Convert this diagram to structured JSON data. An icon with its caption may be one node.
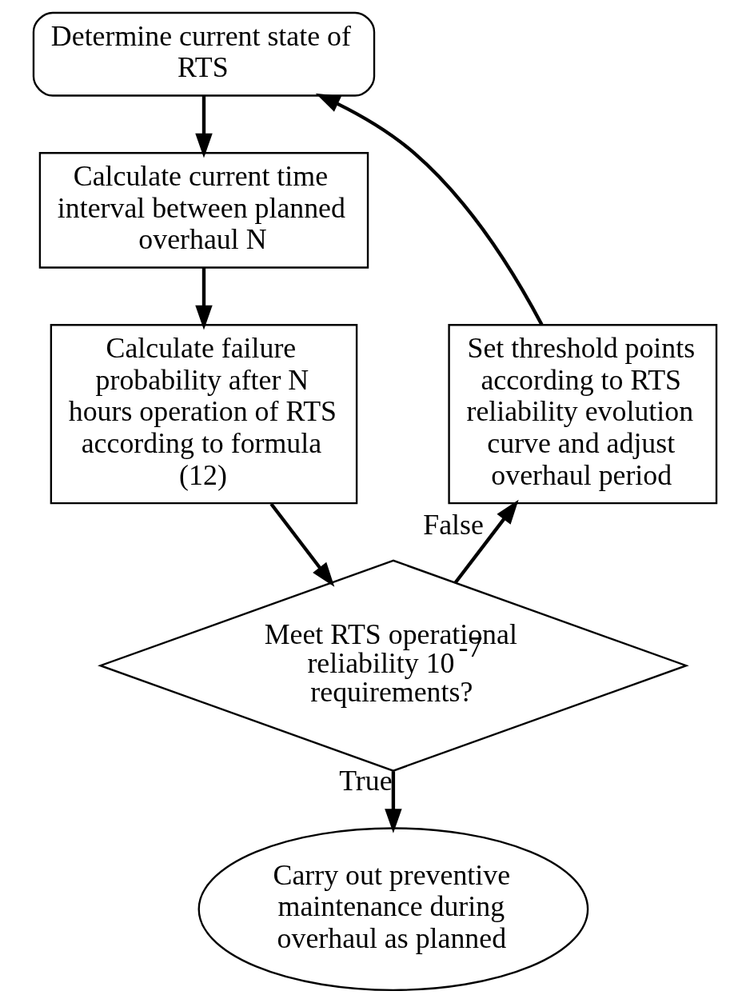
{
  "diagram": {
    "nodes": [
      {
        "text": [
          "Determine current state of RTS"
        ]
      },
      {
        "text": [
          "Calculate current time interval between planned overhaul N"
        ]
      },
      {
        "text": [
          "Calculate failure probability after N hours operation of RTS according to formula (12)"
        ]
      },
      {
        "text": [
          "Meet RTS operational reliability 10$^{-7}$ requirements?"
        ]
      },
      {
        "text": [
          "Carry out preventive maintenance during overhaul as planned"
        ]
      },
      {
        "text": [
          "Set threshold points according to RTS reliability evolution curve and adjust overhaul period"
        ]
      }
    ],
    "edges": [
      {
        "from": 0,
        "to": 1,
        "arrow": "to"
      },
      {
        "from": 1,
        "to": 2,
        "arrow": "to"
      },
      {
        "from": 2,
        "to": 3,
        "arrow": "to"
      },
      {
        "from": 3,
        "to": 4,
        "arrow": "to",
        "label": "True"
      },
      {
        "from": 3,
        "to": 5,
        "arrow": "to",
        "label": "False"
      },
      {
        "from": 5,
        "to": 0,
        "arrow": "to"
      }
    ]
  }
}
